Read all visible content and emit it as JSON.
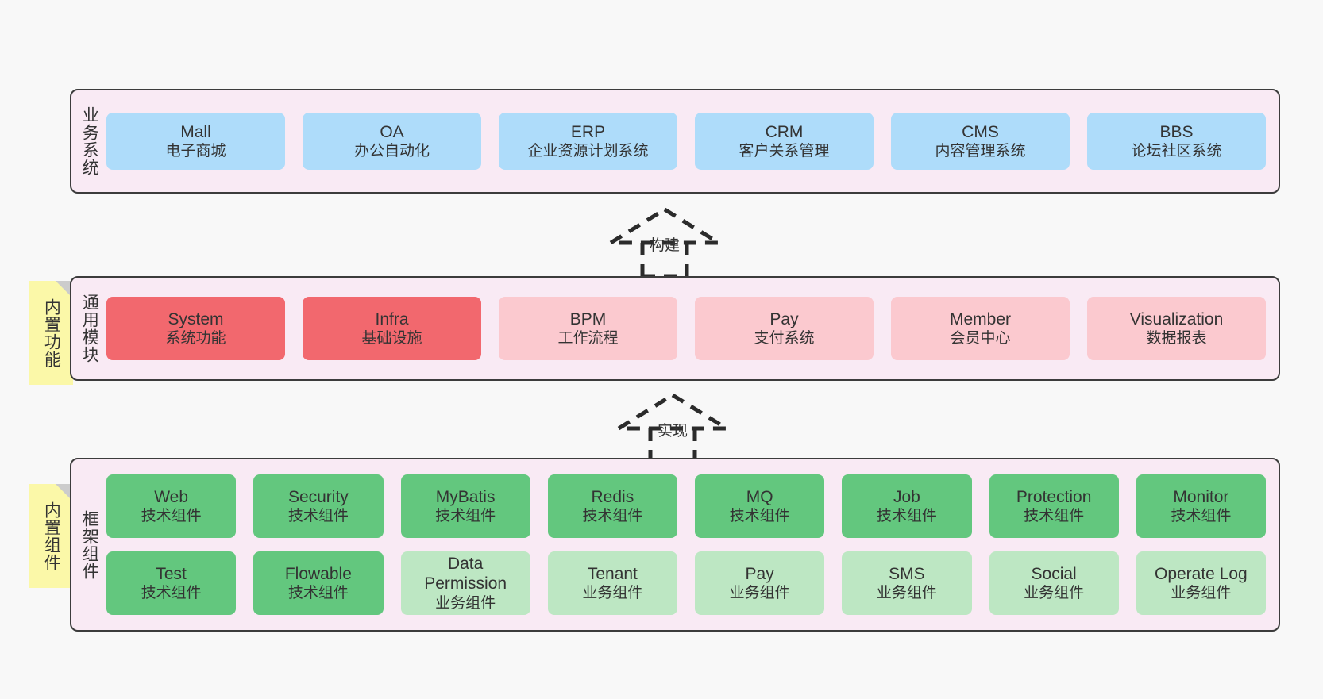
{
  "diagram": {
    "background": "#F8F8F8",
    "band_fill": "#F9EAF4",
    "band_border": "#3C3C3C",
    "note_fill": "#FBF8A8",
    "note_fold": "#CCCCCC",
    "colors": {
      "blue": "#AEDCFA",
      "red": "#F2686E",
      "pink": "#FBC9CF",
      "green": "#63C77E",
      "light_green": "#BDE7C3"
    }
  },
  "notes": [
    {
      "id": "builtin-function",
      "text": "内置功能"
    },
    {
      "id": "builtin-component",
      "text": "内置组件"
    }
  ],
  "connectors": [
    {
      "id": "build",
      "label": "构建",
      "style": "dashed-generalization",
      "direction": "up"
    },
    {
      "id": "realize",
      "label": "实现",
      "style": "dashed-generalization",
      "direction": "up"
    }
  ],
  "bands": [
    {
      "id": "business-system",
      "label": "业务系统",
      "rows": [
        [
          {
            "en": "Mall",
            "cn": "电子商城",
            "color": "blue"
          },
          {
            "en": "OA",
            "cn": "办公自动化",
            "color": "blue"
          },
          {
            "en": "ERP",
            "cn": "企业资源计划系统",
            "color": "blue"
          },
          {
            "en": "CRM",
            "cn": "客户关系管理",
            "color": "blue"
          },
          {
            "en": "CMS",
            "cn": "内容管理系统",
            "color": "blue"
          },
          {
            "en": "BBS",
            "cn": "论坛社区系统",
            "color": "blue"
          }
        ]
      ]
    },
    {
      "id": "common-module",
      "label": "通用模块",
      "rows": [
        [
          {
            "en": "System",
            "cn": "系统功能",
            "color": "red"
          },
          {
            "en": "Infra",
            "cn": "基础设施",
            "color": "red"
          },
          {
            "en": "BPM",
            "cn": "工作流程",
            "color": "pink"
          },
          {
            "en": "Pay",
            "cn": "支付系统",
            "color": "pink"
          },
          {
            "en": "Member",
            "cn": "会员中心",
            "color": "pink"
          },
          {
            "en": "Visualization",
            "cn": "数据报表",
            "color": "pink"
          }
        ]
      ]
    },
    {
      "id": "framework-component",
      "label": "框架组件",
      "rows": [
        [
          {
            "en": "Web",
            "cn": "技术组件",
            "color": "green"
          },
          {
            "en": "Security",
            "cn": "技术组件",
            "color": "green"
          },
          {
            "en": "MyBatis",
            "cn": "技术组件",
            "color": "green"
          },
          {
            "en": "Redis",
            "cn": "技术组件",
            "color": "green"
          },
          {
            "en": "MQ",
            "cn": "技术组件",
            "color": "green"
          },
          {
            "en": "Job",
            "cn": "技术组件",
            "color": "green"
          },
          {
            "en": "Protection",
            "cn": "技术组件",
            "color": "green"
          },
          {
            "en": "Monitor",
            "cn": "技术组件",
            "color": "green"
          }
        ],
        [
          {
            "en": "Test",
            "cn": "技术组件",
            "color": "green"
          },
          {
            "en": "Flowable",
            "cn": "技术组件",
            "color": "green"
          },
          {
            "en": "Data Permission",
            "cn": "业务组件",
            "color": "light_green"
          },
          {
            "en": "Tenant",
            "cn": "业务组件",
            "color": "light_green"
          },
          {
            "en": "Pay",
            "cn": "业务组件",
            "color": "light_green"
          },
          {
            "en": "SMS",
            "cn": "业务组件",
            "color": "light_green"
          },
          {
            "en": "Social",
            "cn": "业务组件",
            "color": "light_green"
          },
          {
            "en": "Operate Log",
            "cn": "业务组件",
            "color": "light_green"
          }
        ]
      ]
    }
  ]
}
